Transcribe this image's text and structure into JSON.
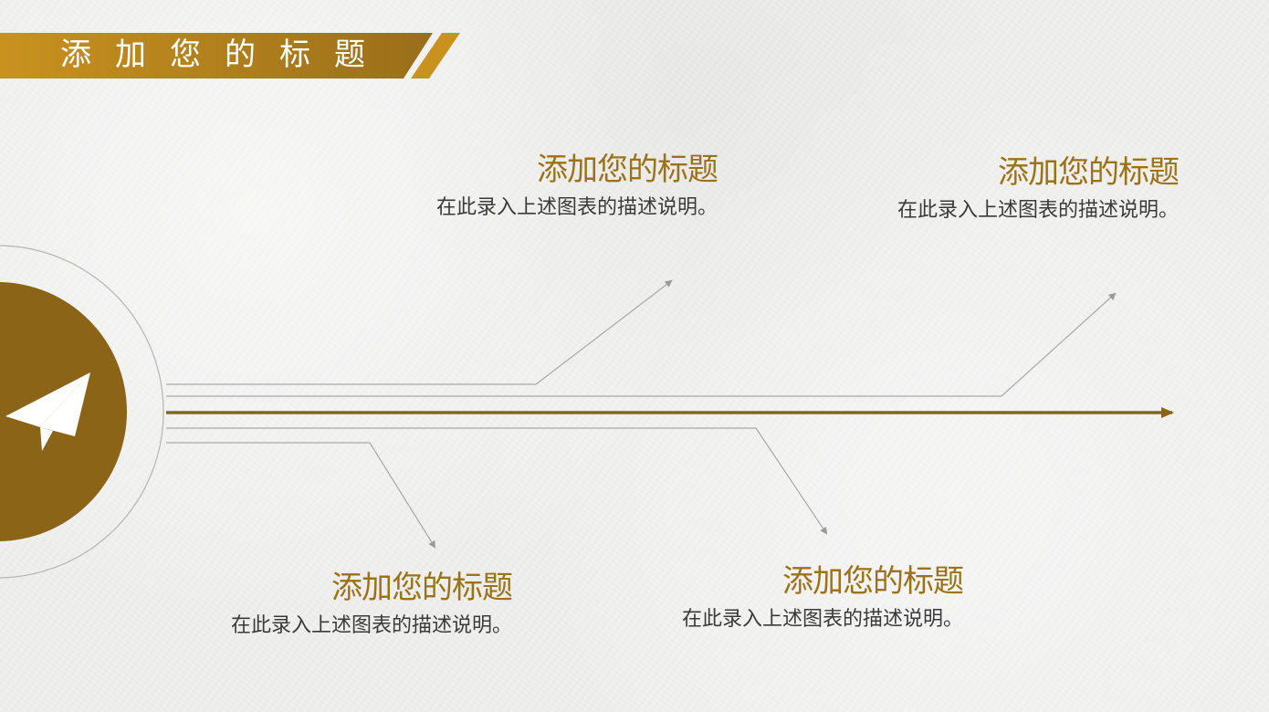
{
  "header": {
    "title": "添加您的标题"
  },
  "colors": {
    "accent": "#8c6418",
    "header_gradient_start": "#c9921f",
    "header_gradient_end": "#9a6e1a",
    "title_text": "#9c7218",
    "desc_text": "#3a3a3a",
    "connector_line": "#a8a8a8"
  },
  "blocks": [
    {
      "title": "添加您的标题",
      "desc": "在此录入上述图表的描述说明。"
    },
    {
      "title": "添加您的标题",
      "desc": "在此录入上述图表的描述说明。"
    },
    {
      "title": "添加您的标题",
      "desc": "在此录入上述图表的描述说明。"
    },
    {
      "title": "添加您的标题",
      "desc": "在此录入上述图表的描述说明。"
    }
  ],
  "center_icon": "paper-plane-icon"
}
